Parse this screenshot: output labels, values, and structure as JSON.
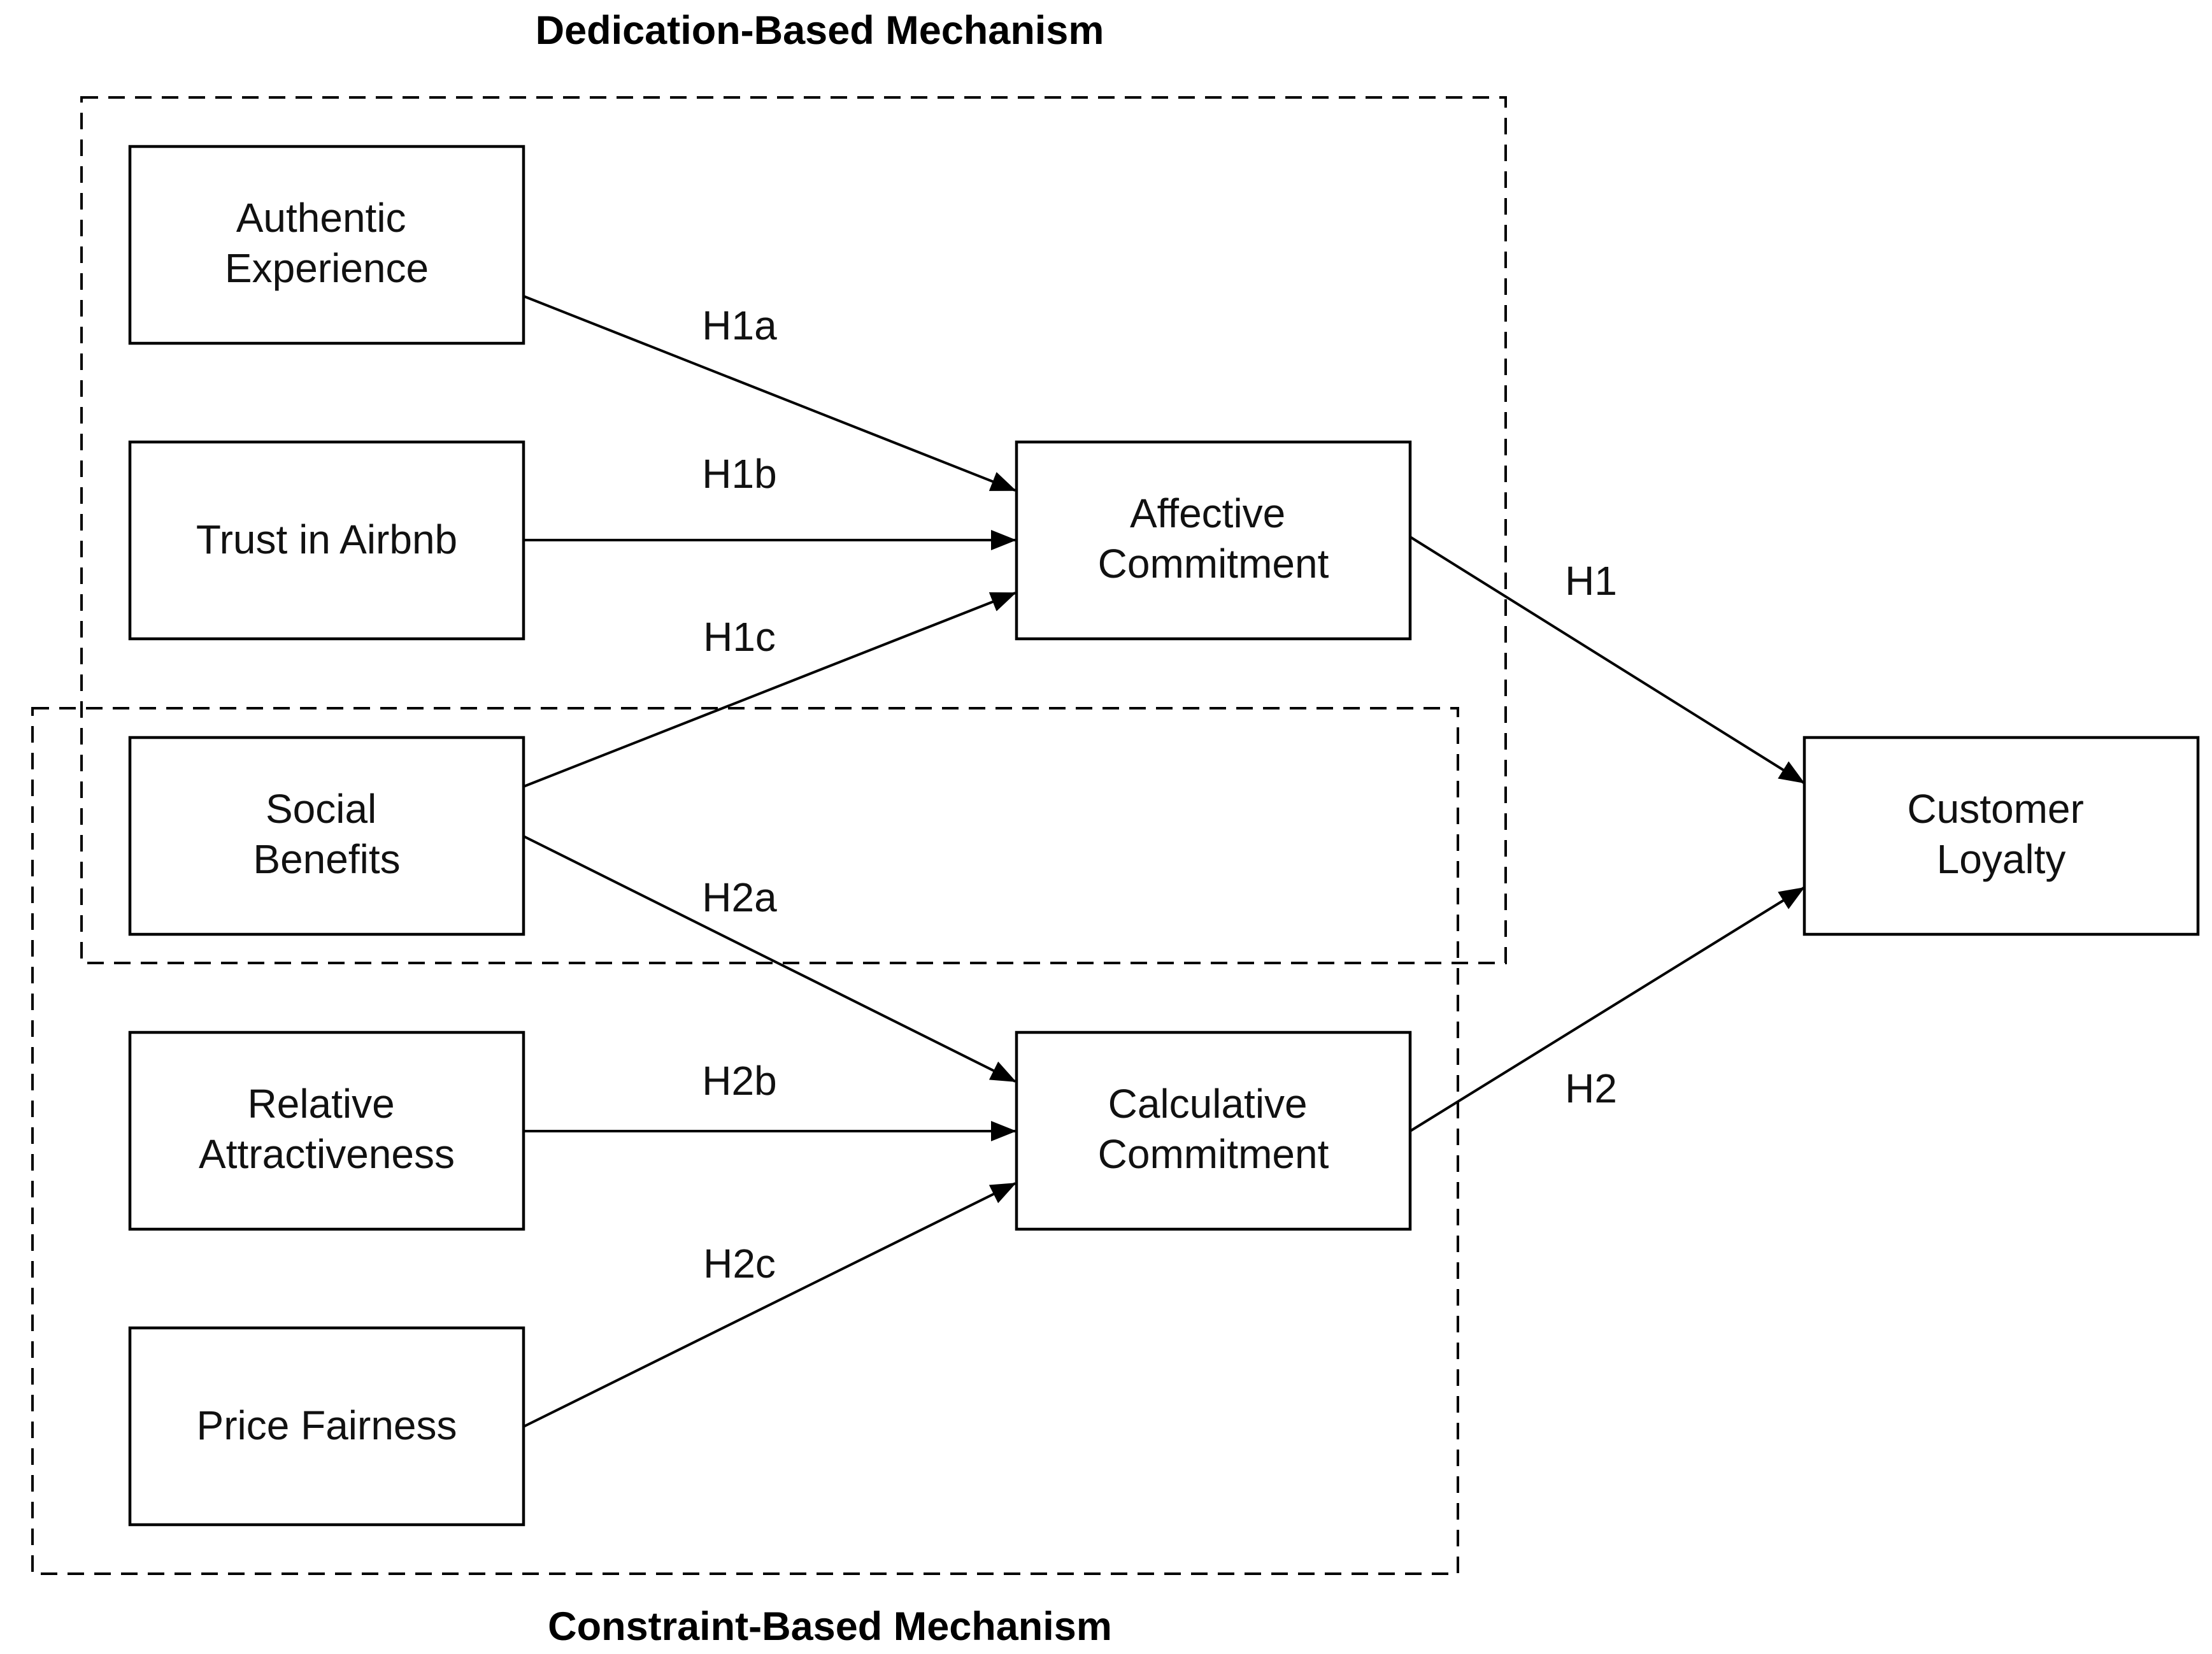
{
  "groups": {
    "dedication": {
      "title": "Dedication-Based Mechanism"
    },
    "constraint": {
      "title": "Constraint-Based Mechanism"
    }
  },
  "nodes": {
    "authentic_experience": {
      "lines": [
        "Authentic",
        "Experience"
      ]
    },
    "trust_in_airbnb": {
      "lines": [
        "Trust in Airbnb"
      ]
    },
    "social_benefits": {
      "lines": [
        "Social",
        "Benefits"
      ]
    },
    "relative_attractiveness": {
      "lines": [
        "Relative",
        "Attractiveness"
      ]
    },
    "price_fairness": {
      "lines": [
        "Price Fairness"
      ]
    },
    "affective_commitment": {
      "lines": [
        "Affective",
        "Commitment"
      ]
    },
    "calculative_commitment": {
      "lines": [
        "Calculative",
        "Commitment"
      ]
    },
    "customer_loyalty": {
      "lines": [
        "Customer",
        "Loyalty"
      ]
    }
  },
  "edges": [
    {
      "from": "authentic_experience",
      "to": "affective_commitment",
      "label": "H1a"
    },
    {
      "from": "trust_in_airbnb",
      "to": "affective_commitment",
      "label": "H1b"
    },
    {
      "from": "social_benefits",
      "to": "affective_commitment",
      "label": "H1c"
    },
    {
      "from": "social_benefits",
      "to": "calculative_commitment",
      "label": "H2a"
    },
    {
      "from": "relative_attractiveness",
      "to": "calculative_commitment",
      "label": "H2b"
    },
    {
      "from": "price_fairness",
      "to": "calculative_commitment",
      "label": "H2c"
    },
    {
      "from": "affective_commitment",
      "to": "customer_loyalty",
      "label": "H1"
    },
    {
      "from": "calculative_commitment",
      "to": "customer_loyalty",
      "label": "H2"
    }
  ]
}
